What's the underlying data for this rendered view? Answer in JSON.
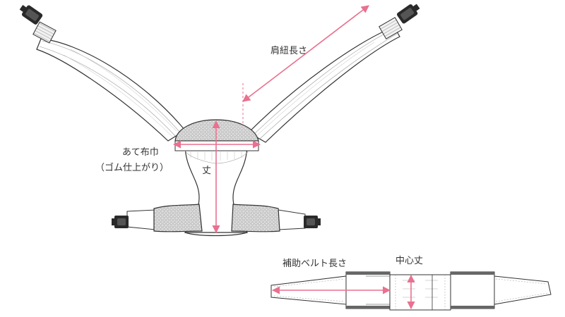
{
  "labels": {
    "shoulder_strap_length": "肩紐長さ",
    "cover_cloth_line1": "あて布巾",
    "cover_cloth_line2": "（ゴム仕上がり）",
    "length": "丈",
    "aux_belt_length": "補助ベルト長さ",
    "center_length": "中心丈"
  },
  "colors": {
    "measure_arrow": "#e8718f",
    "outline": "#333333",
    "strap_fill": "#ffffff",
    "mesh_fill": "#c9c9c9"
  }
}
